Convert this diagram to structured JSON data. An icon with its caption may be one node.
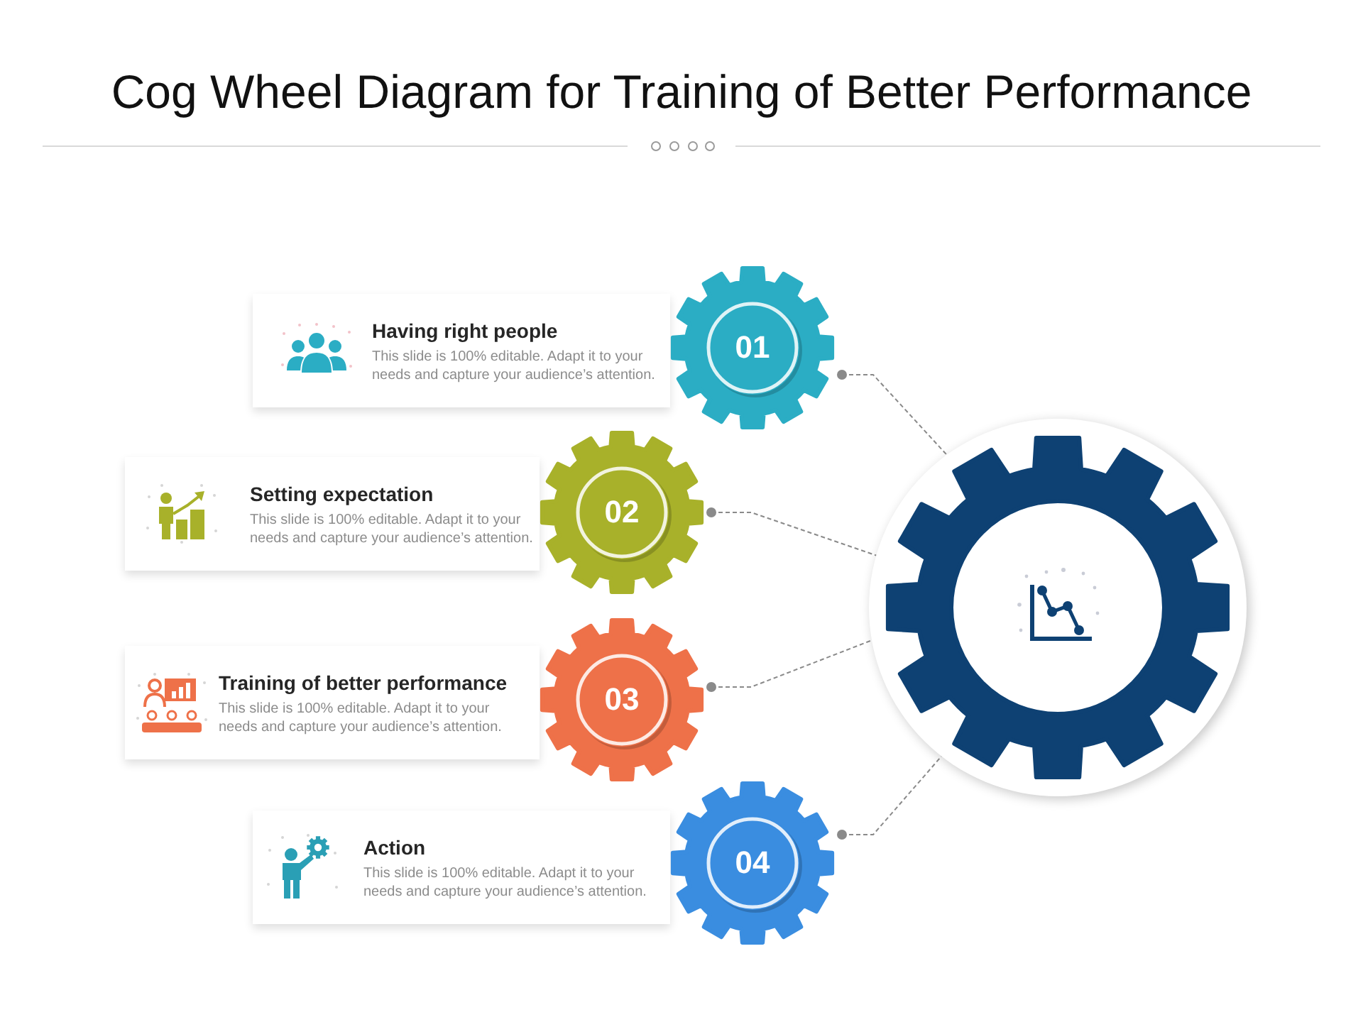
{
  "diagram": {
    "title": "Cog Wheel Diagram for Training of Better Performance",
    "nodes": [
      {
        "text": [
          "Having right people",
          "This slide is 100% editable. Adapt it to your needs and capture your audience’s attention."
        ]
      },
      {
        "text": [
          "01"
        ]
      },
      {
        "text": [
          "Setting expectation",
          "This slide is 100% editable. Adapt it to your needs and capture your audience’s attention."
        ]
      },
      {
        "text": [
          "02"
        ]
      },
      {
        "text": [
          "Training of better performance",
          "This slide is 100% editable. Adapt it to your needs and capture your audience’s attention."
        ]
      },
      {
        "text": [
          "03"
        ]
      },
      {
        "text": [
          "Action",
          "This slide is 100% editable. Adapt it to your needs and capture your audience’s attention."
        ]
      },
      {
        "text": [
          "04"
        ]
      },
      {
        "text": [],
        "shape": "gear"
      }
    ],
    "edges": [
      {
        "from": 1,
        "to": 8,
        "arrow": "other",
        "style": "dashed"
      },
      {
        "from": 3,
        "to": 8,
        "arrow": "other",
        "style": "dashed"
      },
      {
        "from": 5,
        "to": 8,
        "arrow": "other",
        "style": "dashed"
      },
      {
        "from": 7,
        "to": 8,
        "arrow": "other",
        "style": "dashed"
      }
    ]
  }
}
